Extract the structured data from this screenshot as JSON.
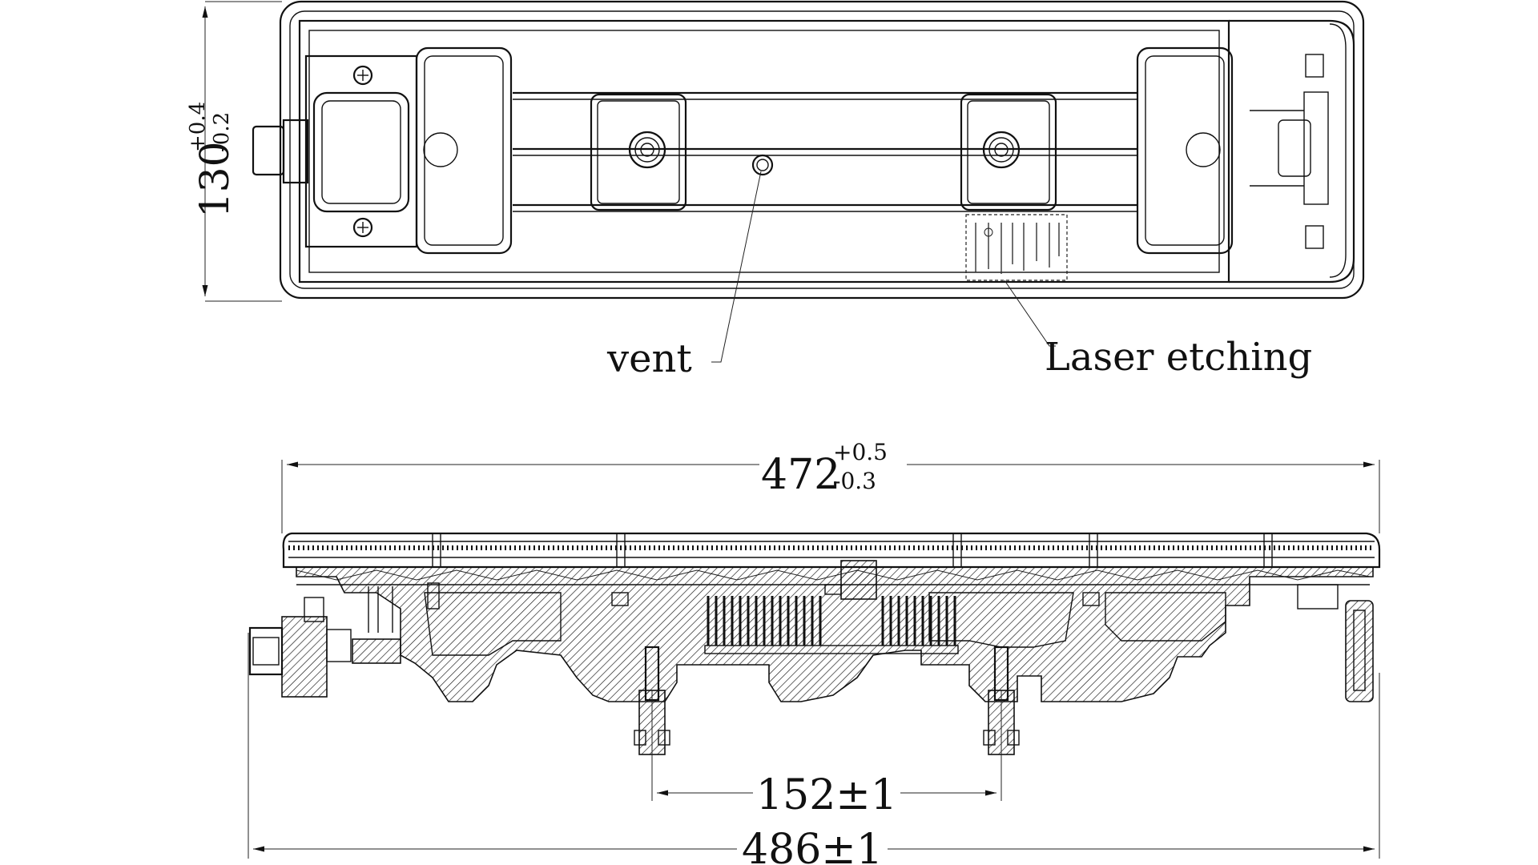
{
  "labels": {
    "vent": "vent",
    "laser_etching": "Laser etching"
  },
  "dimensions": {
    "height": {
      "nominal": "130",
      "upper_tol": "+0.4",
      "lower_tol": "-0.2"
    },
    "length": {
      "nominal": "472",
      "upper_tol": "+0.5",
      "lower_tol": "-0.3"
    },
    "mount_spacing": {
      "text": "152±1"
    },
    "overall_length": {
      "text": "486±1"
    }
  },
  "colors": {
    "line": "#111111",
    "background": "#ffffff"
  }
}
